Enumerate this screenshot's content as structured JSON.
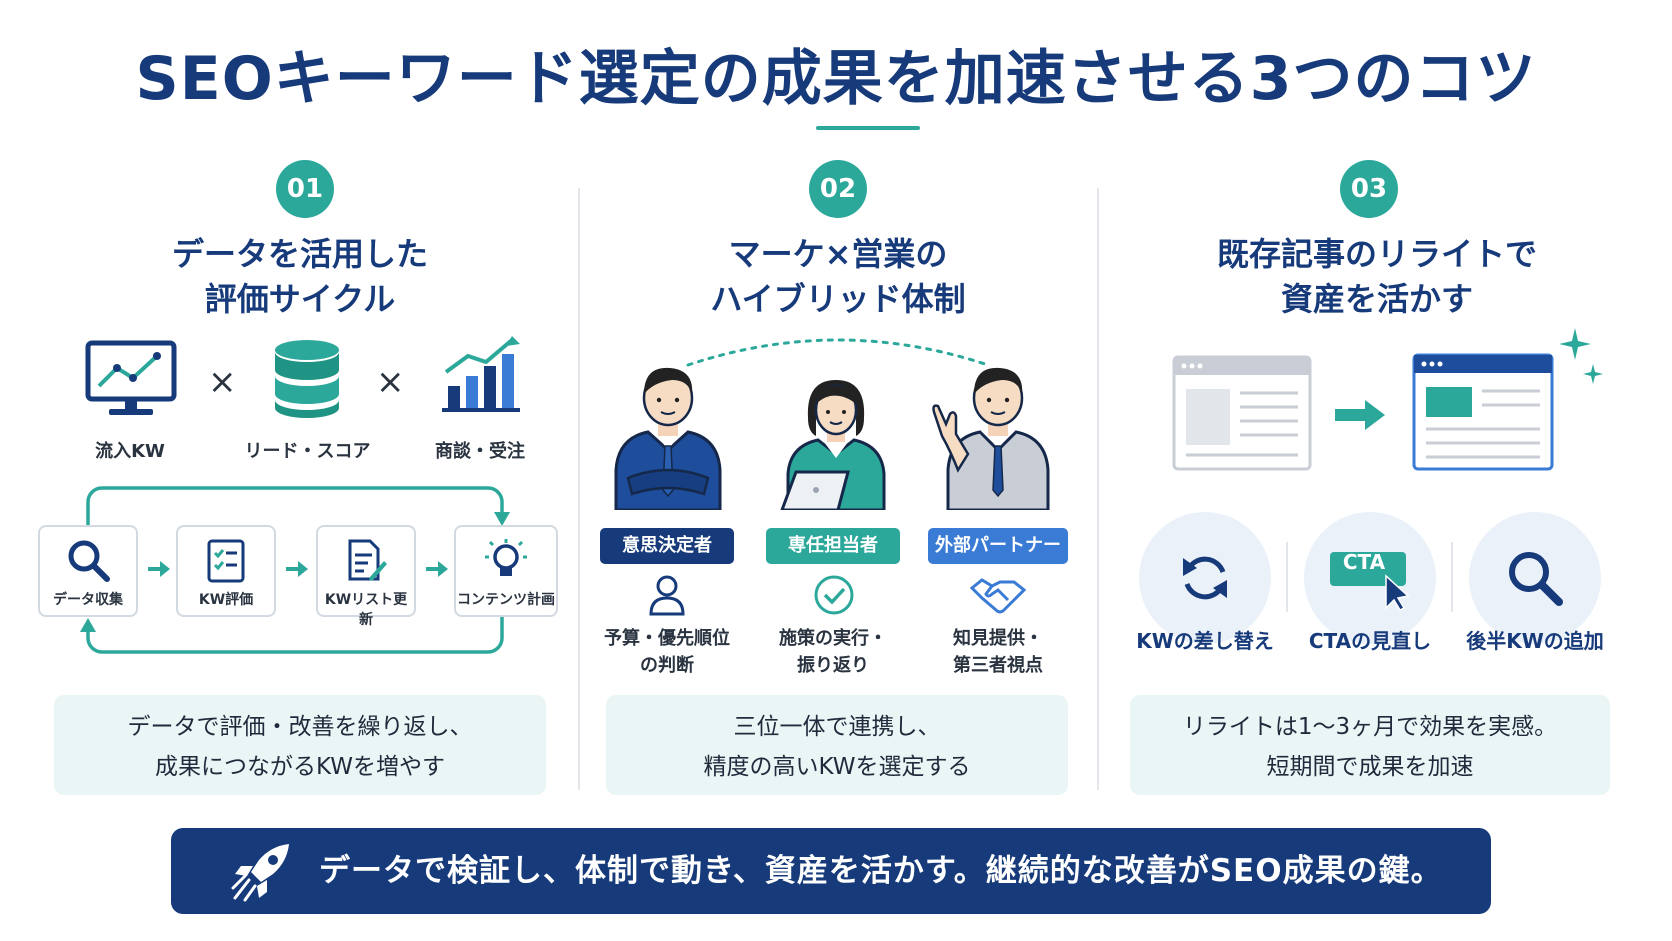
{
  "title": "SEOキーワード選定の成果を加速させる3つのコツ",
  "colors": {
    "navy": "#163a7a",
    "teal": "#2ca89b",
    "blue": "#3a7bd5",
    "light_teal": "#eaf6f5"
  },
  "tips": [
    {
      "number": "01",
      "heading_l1": "データを活用した",
      "heading_l2": "評価サイクル",
      "metrics": [
        {
          "icon": "monitor-chart-icon",
          "label": "流入KW"
        },
        {
          "icon": "database-icon",
          "label": "リード・スコア"
        },
        {
          "icon": "growth-chart-icon",
          "label": "商談・受注"
        }
      ],
      "times": "×",
      "cycle": [
        {
          "icon": "search-icon",
          "label": "データ収集"
        },
        {
          "icon": "checklist-icon",
          "label": "KW評価"
        },
        {
          "icon": "document-edit-icon",
          "label": "KWリスト更新"
        },
        {
          "icon": "lightbulb-icon",
          "label": "コンテンツ計画"
        }
      ],
      "summary_l1": "データで評価・改善を繰り返し、",
      "summary_l2": "成果につながるKWを増やす"
    },
    {
      "number": "02",
      "heading_l1": "マーケ×営業の",
      "heading_l2": "ハイブリッド体制",
      "roles": [
        {
          "label": "意思決定者",
          "color": "#163a7a",
          "icon": "person-icon",
          "desc_l1": "予算・優先順位",
          "desc_l2": "の判断"
        },
        {
          "label": "専任担当者",
          "color": "#2ca89b",
          "icon": "check-circle-icon",
          "desc_l1": "施策の実行・",
          "desc_l2": "振り返り"
        },
        {
          "label": "外部パートナー",
          "color": "#3a7bd5",
          "icon": "handshake-icon",
          "desc_l1": "知見提供・",
          "desc_l2": "第三者視点"
        }
      ],
      "summary_l1": "三位一体で連携し、",
      "summary_l2": "精度の高いKWを選定する"
    },
    {
      "number": "03",
      "heading_l1": "既存記事のリライトで",
      "heading_l2": "資産を活かす",
      "actions": [
        {
          "icon": "refresh-icon",
          "label": "KWの差し替え"
        },
        {
          "icon": "cta-button-icon",
          "label": "CTAの見直し",
          "cta_text": "CTA"
        },
        {
          "icon": "search-icon",
          "label": "後半KWの追加"
        }
      ],
      "summary_l1": "リライトは1〜3ヶ月で効果を実感。",
      "summary_l2": "短期間で成果を加速"
    }
  ],
  "footer": {
    "icon": "rocket-icon",
    "text": "データで検証し、体制で動き、資産を活かす。継続的な改善がSEO成果の鍵。"
  }
}
